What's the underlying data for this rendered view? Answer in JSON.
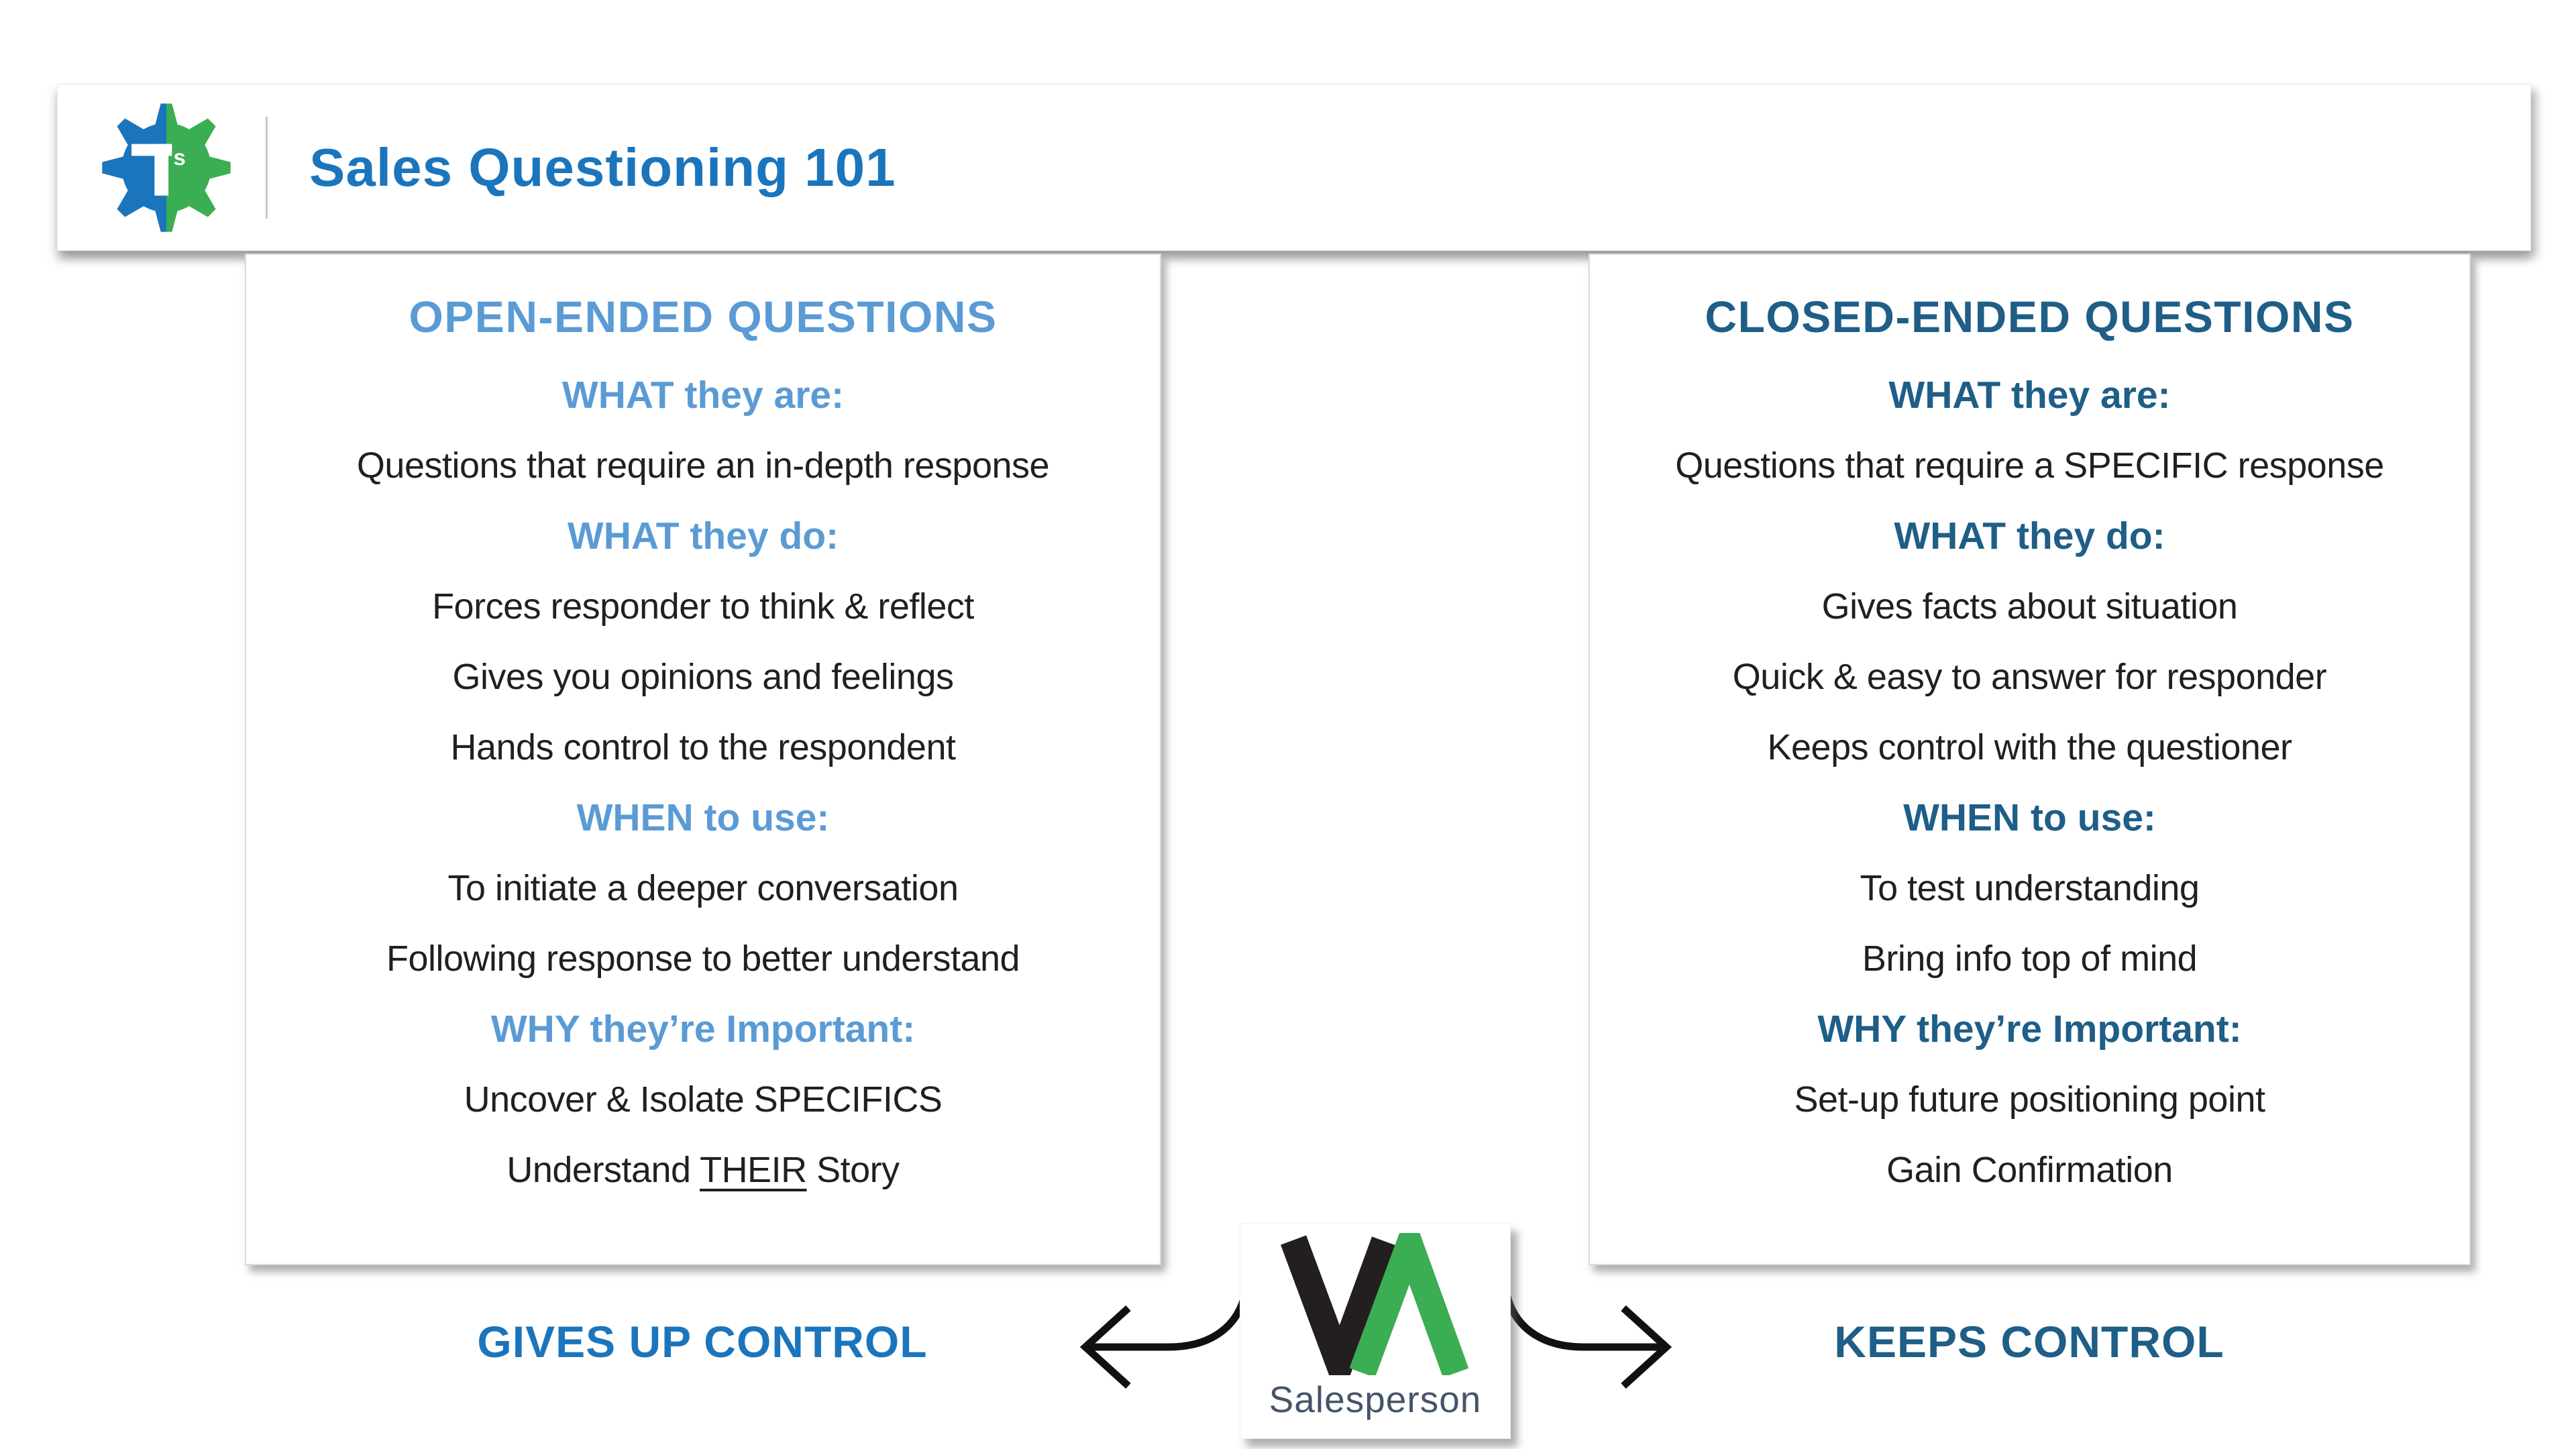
{
  "header": {
    "title": "Sales Questioning 101"
  },
  "header_logo": {
    "letter": "T",
    "sub": "s"
  },
  "left_panel": {
    "title": "OPEN-ENDED QUESTIONS",
    "what_are_heading": "WHAT they are:",
    "what_are": "Questions that require an in-depth response",
    "what_do_heading": "WHAT they do:",
    "what_do": [
      "Forces responder to think & reflect",
      "Gives you opinions and feelings",
      "Hands control to the respondent"
    ],
    "when_heading": "WHEN to use:",
    "when": [
      "To initiate a deeper conversation",
      "Following response to better understand"
    ],
    "why_heading": "WHY they’re Important:",
    "why_1": "Uncover & Isolate SPECIFICS",
    "why_2_pre": "Understand ",
    "why_2_underlined": "THEIR",
    "why_2_post": " Story"
  },
  "right_panel": {
    "title": "CLOSED-ENDED QUESTIONS",
    "what_are_heading": "WHAT they are:",
    "what_are": "Questions that require a SPECIFIC response",
    "what_do_heading": "WHAT they do:",
    "what_do": [
      "Gives facts about situation",
      "Quick & easy to answer for responder",
      "Keeps control with the questioner"
    ],
    "when_heading": "WHEN to use:",
    "when": [
      "To test understanding",
      "Bring info top of mind"
    ],
    "why_heading": "WHY they’re Important:",
    "why": [
      "Set-up future positioning point",
      "Gain Confirmation"
    ]
  },
  "bottom": {
    "left_label": "GIVES UP CONTROL",
    "right_label": "KEEPS CONTROL",
    "center_label": "Salesperson"
  },
  "colors": {
    "bright_blue": "#1B75BC",
    "light_blue": "#5B9BD5",
    "dark_blue": "#1E5E87",
    "green": "#3BAD52",
    "slate": "#44546A",
    "black": "#202020"
  }
}
